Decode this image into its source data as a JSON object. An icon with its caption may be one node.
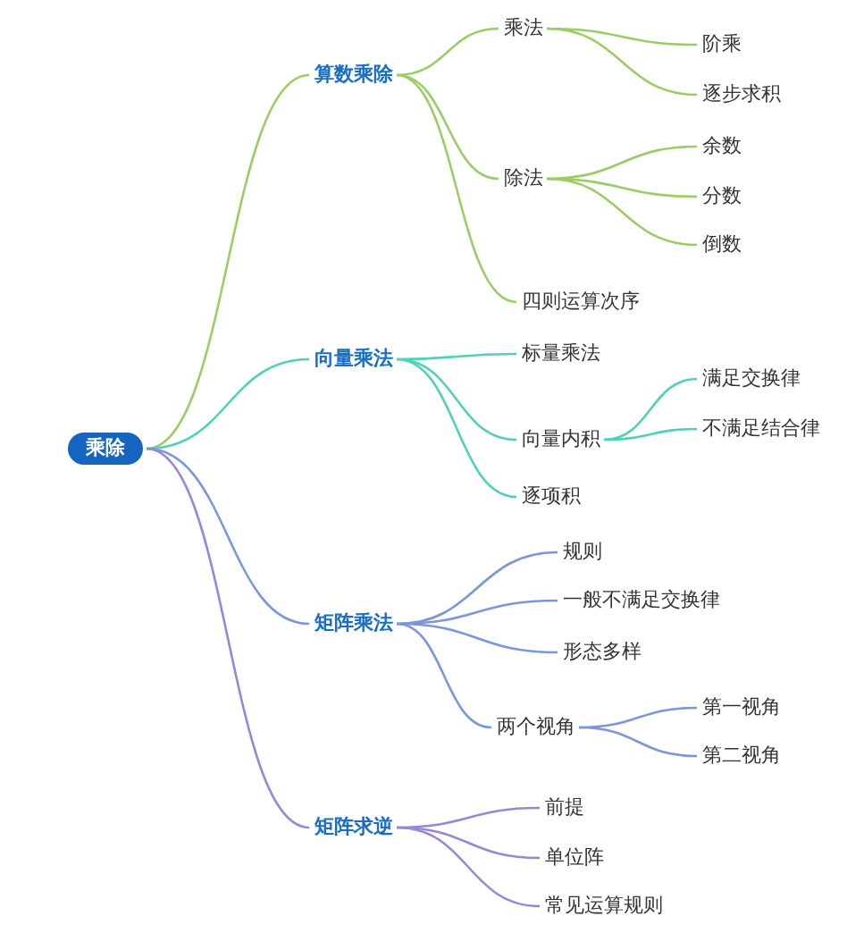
{
  "diagram": {
    "nodes": [
      {
        "text": [
          "乘除"
        ]
      },
      {
        "text": [
          "算数乘除"
        ]
      },
      {
        "text": [
          "乘法"
        ]
      },
      {
        "text": [
          "阶乘"
        ]
      },
      {
        "text": [
          "逐步求积"
        ]
      },
      {
        "text": [
          "除法"
        ]
      },
      {
        "text": [
          "余数"
        ]
      },
      {
        "text": [
          "分数"
        ]
      },
      {
        "text": [
          "倒数"
        ]
      },
      {
        "text": [
          "四则运算次序"
        ]
      },
      {
        "text": [
          "向量乘法"
        ]
      },
      {
        "text": [
          "标量乘法"
        ]
      },
      {
        "text": [
          "向量内积"
        ]
      },
      {
        "text": [
          "满足交换律"
        ]
      },
      {
        "text": [
          "不满足结合律"
        ]
      },
      {
        "text": [
          "逐项积"
        ]
      },
      {
        "text": [
          "矩阵乘法"
        ]
      },
      {
        "text": [
          "规则"
        ]
      },
      {
        "text": [
          "一般不满足交换律"
        ]
      },
      {
        "text": [
          "形态多样"
        ]
      },
      {
        "text": [
          "两个视角"
        ]
      },
      {
        "text": [
          "第一视角"
        ]
      },
      {
        "text": [
          "第二视角"
        ]
      },
      {
        "text": [
          "矩阵求逆"
        ]
      },
      {
        "text": [
          "前提"
        ]
      },
      {
        "text": [
          "单位阵"
        ]
      },
      {
        "text": [
          "常见运算规则"
        ]
      }
    ],
    "edges": [
      {
        "from": 0,
        "to": 1,
        "arrow": "none",
        "color": "#9ccc65"
      },
      {
        "from": 1,
        "to": 2,
        "arrow": "none",
        "color": "#9ccc65"
      },
      {
        "from": 2,
        "to": 3,
        "arrow": "none",
        "color": "#9ccc65"
      },
      {
        "from": 2,
        "to": 4,
        "arrow": "none",
        "color": "#9ccc65"
      },
      {
        "from": 1,
        "to": 5,
        "arrow": "none",
        "color": "#9ccc65"
      },
      {
        "from": 5,
        "to": 6,
        "arrow": "none",
        "color": "#9ccc65"
      },
      {
        "from": 5,
        "to": 7,
        "arrow": "none",
        "color": "#9ccc65"
      },
      {
        "from": 5,
        "to": 8,
        "arrow": "none",
        "color": "#9ccc65"
      },
      {
        "from": 1,
        "to": 9,
        "arrow": "none",
        "color": "#9ccc65"
      },
      {
        "from": 0,
        "to": 10,
        "arrow": "none",
        "color": "#4fd1b8"
      },
      {
        "from": 10,
        "to": 11,
        "arrow": "none",
        "color": "#4fd1b8"
      },
      {
        "from": 10,
        "to": 12,
        "arrow": "none",
        "color": "#4fd1b8"
      },
      {
        "from": 12,
        "to": 13,
        "arrow": "none",
        "color": "#4fd1b8"
      },
      {
        "from": 12,
        "to": 14,
        "arrow": "none",
        "color": "#4fd1b8"
      },
      {
        "from": 10,
        "to": 15,
        "arrow": "none",
        "color": "#4fd1b8"
      },
      {
        "from": 0,
        "to": 16,
        "arrow": "none",
        "color": "#7b96dc"
      },
      {
        "from": 16,
        "to": 17,
        "arrow": "none",
        "color": "#7b96dc"
      },
      {
        "from": 16,
        "to": 18,
        "arrow": "none",
        "color": "#7b96dc"
      },
      {
        "from": 16,
        "to": 19,
        "arrow": "none",
        "color": "#7b96dc"
      },
      {
        "from": 16,
        "to": 20,
        "arrow": "none",
        "color": "#7b96dc"
      },
      {
        "from": 20,
        "to": 21,
        "arrow": "none",
        "color": "#7b96dc"
      },
      {
        "from": 20,
        "to": 22,
        "arrow": "none",
        "color": "#7b96dc"
      },
      {
        "from": 0,
        "to": 23,
        "arrow": "none",
        "color": "#9a86d8"
      },
      {
        "from": 23,
        "to": 24,
        "arrow": "none",
        "color": "#9a86d8"
      },
      {
        "from": 23,
        "to": 25,
        "arrow": "none",
        "color": "#9a86d8"
      },
      {
        "from": 23,
        "to": 26,
        "arrow": "none",
        "color": "#9a86d8"
      }
    ]
  }
}
